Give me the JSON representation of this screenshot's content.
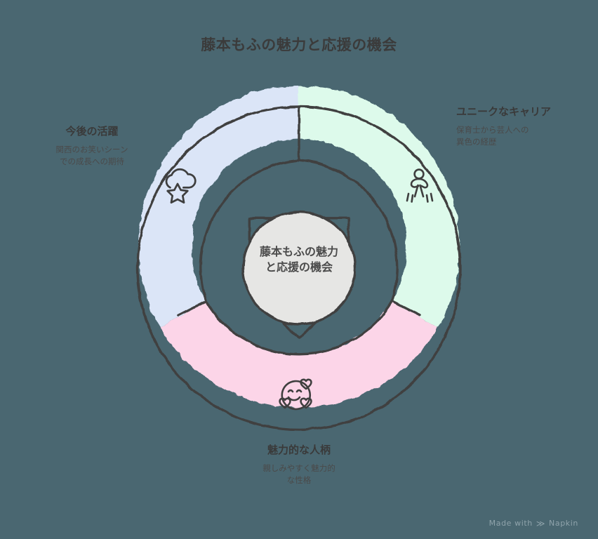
{
  "page": {
    "title": "藤本もふの魅力と応援の機会",
    "background_color": "#4a6771",
    "ink_color": "#3f3f3f"
  },
  "diagram": {
    "type": "segmented-ring-converging-arrows",
    "center": {
      "label_line1": "藤本もふの魅力",
      "label_line2": "と応援の機会",
      "fill_color": "#e6e6e4"
    },
    "segments": [
      {
        "id": "future",
        "title": "今後の活躍",
        "description_line1": "関西のお笑いシーン",
        "description_line2": "での成長への期待",
        "color": "#dbe5f7",
        "icon": "cloud-star-icon",
        "position": "left"
      },
      {
        "id": "career",
        "title": "ユニークなキャリア",
        "description_line1": "保育士から芸人への",
        "description_line2": "異色の経歴",
        "color": "#ddfaeb",
        "icon": "running-person-icon",
        "position": "right"
      },
      {
        "id": "personality",
        "title": "魅力的な人柄",
        "description_line1": "親しみやすく魅力的",
        "description_line2": "な性格",
        "color": "#fcd5e8",
        "icon": "smiling-face-hearts-icon",
        "position": "bottom"
      }
    ]
  },
  "footer": {
    "watermark_prefix": "Made with",
    "watermark_brand": "Napkin",
    "watermark_mark": "≫"
  }
}
